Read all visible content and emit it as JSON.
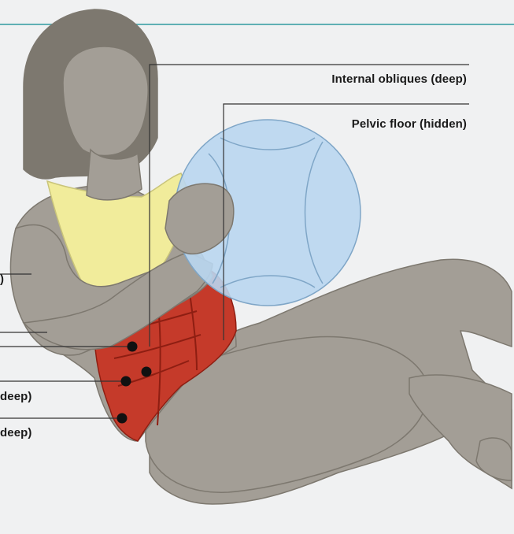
{
  "colors": {
    "background": "#f0f1f2",
    "accent_rule": "#5fb0b4",
    "skin": "#a39e96",
    "skin_shadow": "#7d786f",
    "top": "#f1ec9b",
    "ball": "#b9d6ef",
    "ball_stroke": "#7fa6c7",
    "muscle": "#c53a2a",
    "muscle_dark": "#8e1e12",
    "leader_line": "#333333",
    "dot": "#111111"
  },
  "labels": {
    "internal_obliques": "Internal obliques (deep)",
    "pelvic_floor": "Pelvic floor (hidden)",
    "left_label_1": "deep)",
    "left_label_2": "deep)",
    "left_label_0": ")"
  },
  "icons": [
    "figure-illustration",
    "medicine-ball-icon",
    "pointer-dot"
  ]
}
